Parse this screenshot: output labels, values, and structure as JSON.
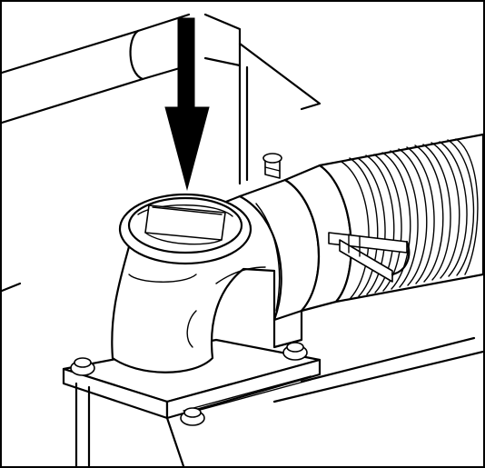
{
  "figure": {
    "background": "#ffffff",
    "line_color": "#000000",
    "arrow_color": "#000000",
    "arrow_direction": "down",
    "parts": [
      "frame-rail",
      "down-arrow",
      "drain-elbow",
      "drain-cap",
      "corrugated-hose",
      "hose-clamp",
      "mounting-flange",
      "flange-bolts",
      "clamp-bolt"
    ]
  }
}
